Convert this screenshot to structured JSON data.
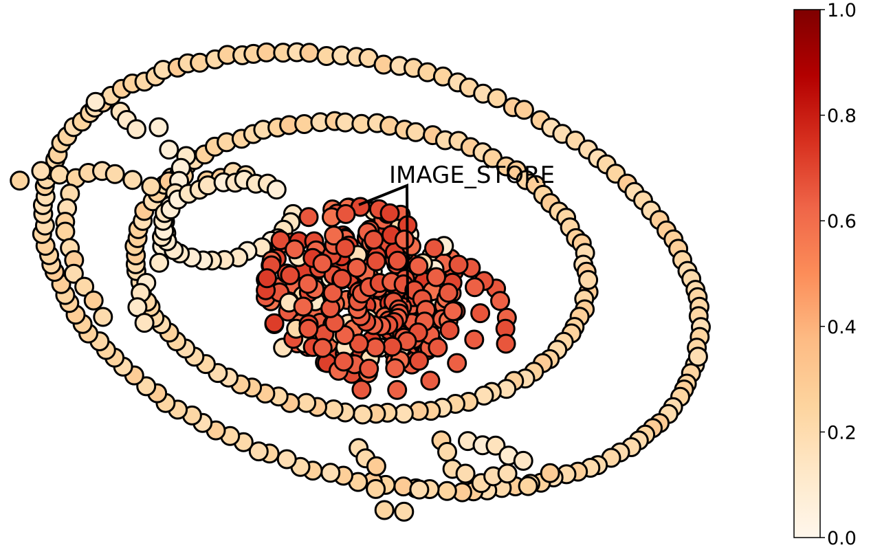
{
  "annotation": {
    "label": "IMAGE_STORE"
  },
  "colorbar": {
    "colormap": "OrRd",
    "min": 0.0,
    "max": 1.0,
    "ticks": [
      "0.0",
      "0.2",
      "0.4",
      "0.6",
      "0.8",
      "1.0"
    ]
  }
}
